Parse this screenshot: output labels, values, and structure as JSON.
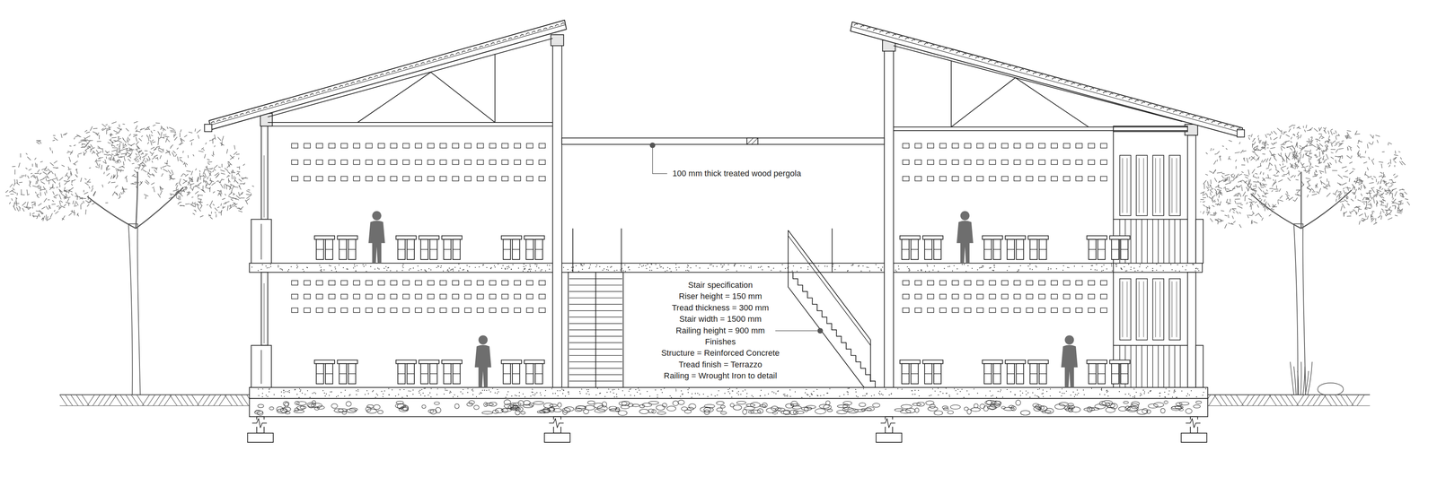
{
  "diagram": {
    "labels": [
      "100 mm thick treated wood pergola",
      "Stair specification",
      "Riser height = 150 mm",
      "Tread thickness = 300 mm",
      "Stair width = 1500 mm",
      "Railing height = 900 mm",
      "Finishes",
      "Structure = Reinforced Concrete",
      "Tread finish = Terrazzo",
      "Railing = Wrought Iron to detail"
    ]
  }
}
